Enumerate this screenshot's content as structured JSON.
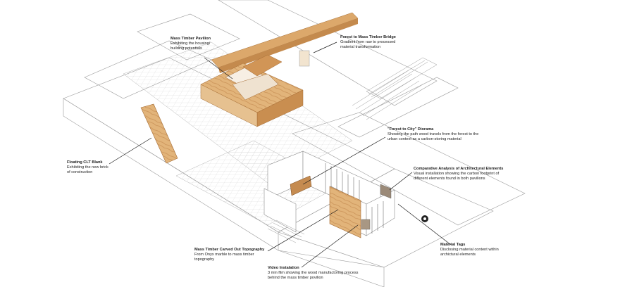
{
  "labels": {
    "pavilion": {
      "title": "Mass Timber Pavilion",
      "desc": "Exhibiting the housing/ building potentials"
    },
    "bridge": {
      "title": "Forest to Mass Timber Bridge",
      "desc": "Gradient from raw to processed material transformation"
    },
    "diorama": {
      "title": "\"Forest to City\" Diorama",
      "desc": "Showing the path wood travels from the forest to the urban context as a carbon-storing material"
    },
    "clt": {
      "title": "Floating CLT Blank",
      "desc": "Exhibiting the new brick of construction"
    },
    "comparative": {
      "title": "Comparative Analysis of Architectural Elements",
      "desc": "Visual installation showing the carbon footprint of different elements found in both pavilions"
    },
    "topography": {
      "title": "Mass Timber Carved Out Topography",
      "desc": "From Onyx marble to mass timber topography"
    },
    "tags": {
      "title": "Material Tags",
      "desc": "Disclosing material content within archictural elements"
    },
    "video": {
      "title": "Video Instalation",
      "desc": "3 min film showing the wood manufactoring process behind the mass timber povilion"
    }
  },
  "colors": {
    "line": "#8a8a8a",
    "timber_light": "#e9c590",
    "timber_mid": "#d7a062",
    "timber_dark": "#b9783e",
    "leader": "#1a1a1a"
  }
}
